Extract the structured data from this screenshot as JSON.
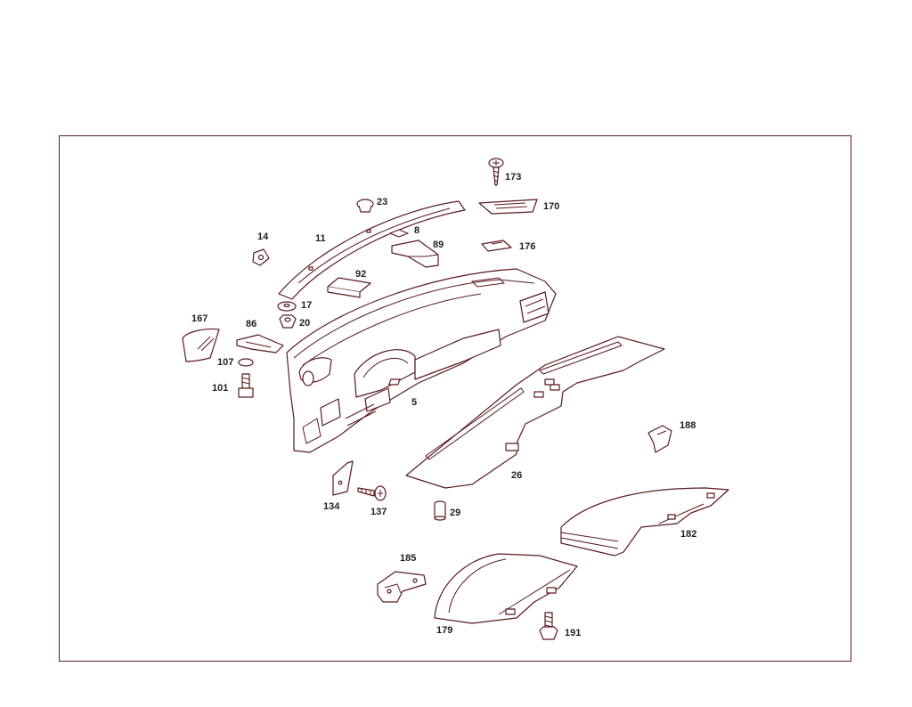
{
  "colors": {
    "line": "#5a1a1f",
    "label": "#1f1f1f",
    "background": "#ffffff"
  },
  "callouts": {
    "c173": "173",
    "c170": "170",
    "c23": "23",
    "c8": "8",
    "c89": "89",
    "c176": "176",
    "c14": "14",
    "c11": "11",
    "c92": "92",
    "c17": "17",
    "c20": "20",
    "c167": "167",
    "c86": "86",
    "c107": "107",
    "c101": "101",
    "c5": "5",
    "c188": "188",
    "c26": "26",
    "c134": "134",
    "c137": "137",
    "c29": "29",
    "c185": "185",
    "c182": "182",
    "c179": "179",
    "c191": "191"
  }
}
